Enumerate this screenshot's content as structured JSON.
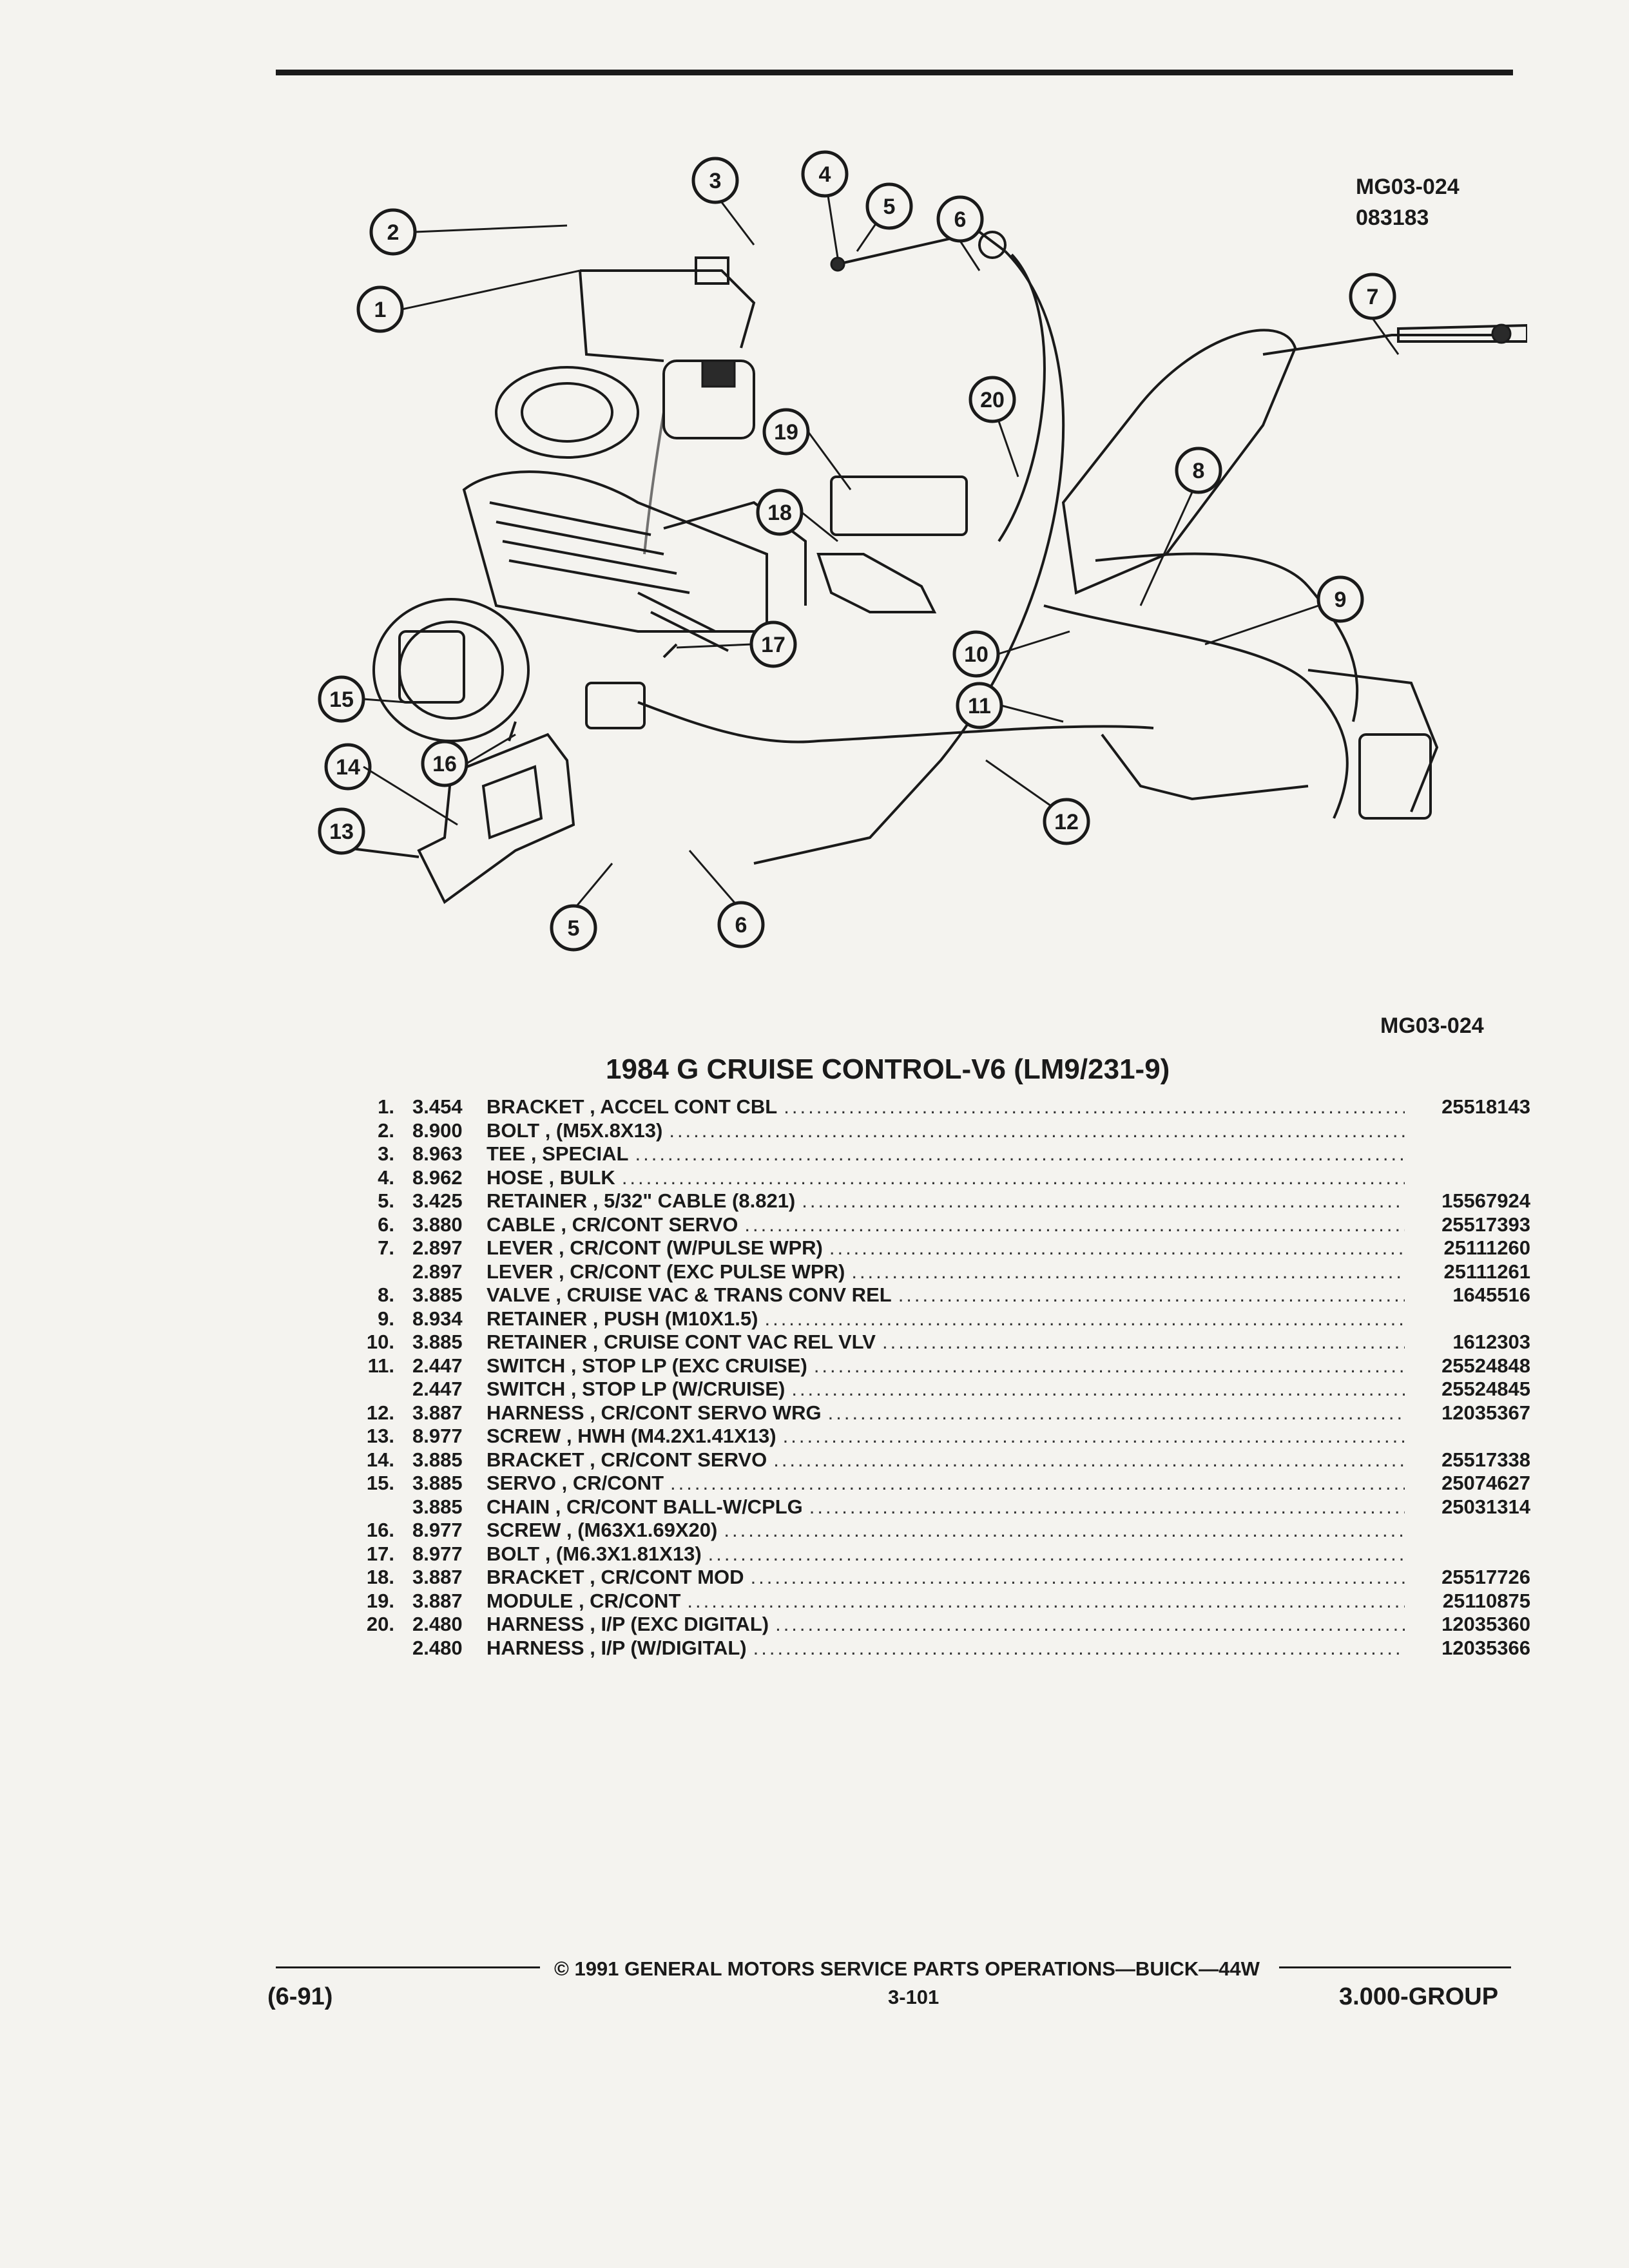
{
  "figure": {
    "code_top": "MG03-024",
    "date_code": "083183",
    "code_bottom": "MG03-024",
    "callouts": [
      "1",
      "2",
      "3",
      "4",
      "5",
      "6",
      "7",
      "8",
      "9",
      "10",
      "11",
      "12",
      "13",
      "14",
      "15",
      "16",
      "17",
      "18",
      "19",
      "20",
      "5",
      "6"
    ]
  },
  "title": "1984 G CRUISE CONTROL-V6 (LM9/231-9)",
  "parts": [
    {
      "num": "1.",
      "code": "3.454",
      "name": "BRACKET",
      "desc": "ACCEL CONT CBL",
      "pn": "25518143"
    },
    {
      "num": "2.",
      "code": "8.900",
      "name": "BOLT",
      "desc": "(M5X.8X13)",
      "pn": ""
    },
    {
      "num": "3.",
      "code": "8.963",
      "name": "TEE",
      "desc": "SPECIAL",
      "pn": ""
    },
    {
      "num": "4.",
      "code": "8.962",
      "name": "HOSE",
      "desc": "BULK",
      "pn": ""
    },
    {
      "num": "5.",
      "code": "3.425",
      "name": "RETAINER",
      "desc": "5/32\" CABLE (8.821)",
      "pn": "15567924"
    },
    {
      "num": "6.",
      "code": "3.880",
      "name": "CABLE",
      "desc": "CR/CONT SERVO",
      "pn": "25517393"
    },
    {
      "num": "7.",
      "code": "2.897",
      "name": "LEVER",
      "desc": "CR/CONT (W/PULSE WPR)",
      "pn": "25111260"
    },
    {
      "num": "",
      "code": "2.897",
      "name": "LEVER",
      "desc": "CR/CONT (EXC PULSE WPR)",
      "pn": "25111261"
    },
    {
      "num": "8.",
      "code": "3.885",
      "name": "VALVE",
      "desc": "CRUISE VAC & TRANS CONV REL",
      "pn": "1645516"
    },
    {
      "num": "9.",
      "code": "8.934",
      "name": "RETAINER",
      "desc": "PUSH (M10X1.5)",
      "pn": ""
    },
    {
      "num": "10.",
      "code": "3.885",
      "name": "RETAINER",
      "desc": "CRUISE CONT VAC REL VLV",
      "pn": "1612303"
    },
    {
      "num": "11.",
      "code": "2.447",
      "name": "SWITCH",
      "desc": "STOP LP (EXC CRUISE)",
      "pn": "25524848"
    },
    {
      "num": "",
      "code": "2.447",
      "name": "SWITCH",
      "desc": "STOP LP (W/CRUISE)",
      "pn": "25524845"
    },
    {
      "num": "12.",
      "code": "3.887",
      "name": "HARNESS",
      "desc": "CR/CONT SERVO WRG",
      "pn": "12035367"
    },
    {
      "num": "13.",
      "code": "8.977",
      "name": "SCREW",
      "desc": "HWH (M4.2X1.41X13)",
      "pn": ""
    },
    {
      "num": "14.",
      "code": "3.885",
      "name": "BRACKET",
      "desc": "CR/CONT SERVO",
      "pn": "25517338"
    },
    {
      "num": "15.",
      "code": "3.885",
      "name": "SERVO",
      "desc": "CR/CONT",
      "pn": "25074627"
    },
    {
      "num": "",
      "code": "3.885",
      "name": "CHAIN",
      "desc": "CR/CONT BALL-W/CPLG",
      "pn": "25031314"
    },
    {
      "num": "16.",
      "code": "8.977",
      "name": "SCREW",
      "desc": "(M63X1.69X20)",
      "pn": ""
    },
    {
      "num": "17.",
      "code": "8.977",
      "name": "BOLT",
      "desc": "(M6.3X1.81X13)",
      "pn": ""
    },
    {
      "num": "18.",
      "code": "3.887",
      "name": "BRACKET",
      "desc": "CR/CONT MOD",
      "pn": "25517726"
    },
    {
      "num": "19.",
      "code": "3.887",
      "name": "MODULE",
      "desc": "CR/CONT",
      "pn": "25110875"
    },
    {
      "num": "20.",
      "code": "2.480",
      "name": "HARNESS",
      "desc": "I/P (EXC DIGITAL)",
      "pn": "12035360"
    },
    {
      "num": "",
      "code": "2.480",
      "name": "HARNESS",
      "desc": "I/P (W/DIGITAL)",
      "pn": "12035366"
    }
  ],
  "footer": {
    "date": "(6-91)",
    "copyright": "© 1991 GENERAL MOTORS SERVICE PARTS OPERATIONS—BUICK—44W",
    "page": "3-101",
    "group": "3.000-GROUP"
  }
}
